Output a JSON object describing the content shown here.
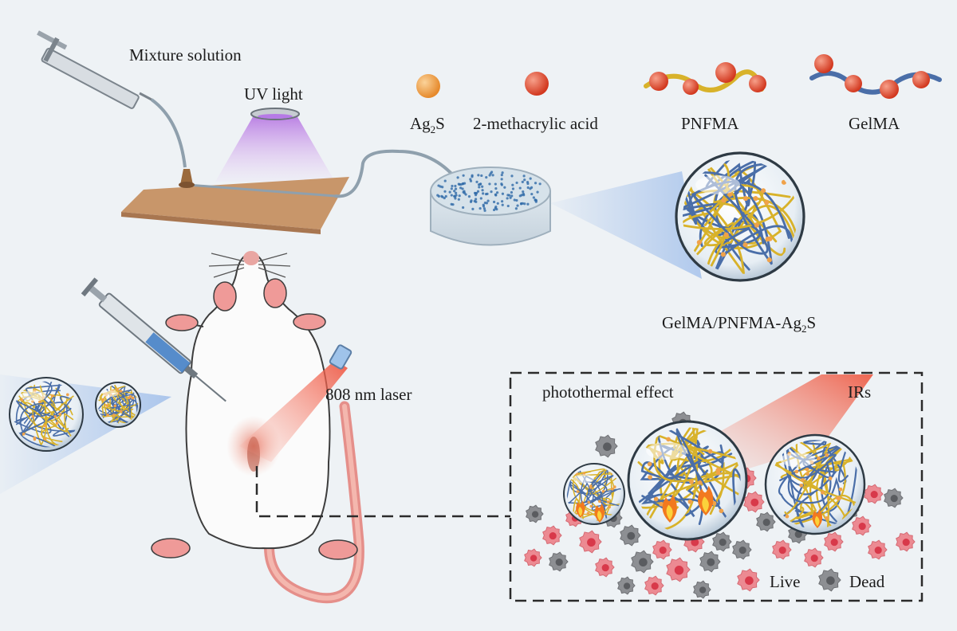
{
  "labels": {
    "mixture_solution": "Mixture solution",
    "uv_light": "UV light",
    "laser": "808 nm laser",
    "photothermal": "photothermal effect",
    "irs": "IRs",
    "live": "Live",
    "dead": "Dead"
  },
  "legend": {
    "ag2s": {
      "base": "Ag",
      "sub": "2",
      "tail": "S"
    },
    "acid": "2-methacrylic acid",
    "pnfma": "PNFMA",
    "gelma": "GelMA"
  },
  "product": {
    "base": "GelMA/PNFMA-Ag",
    "sub": "2",
    "tail": "S"
  },
  "colors": {
    "background": "#eef2f5",
    "ag2s": "#f0a24a",
    "acid": "#e2543a",
    "pnfma_chain": "#d8b22a",
    "gelma_chain": "#4a6ea8",
    "uv": "#c58be8",
    "laser": "#f0624a",
    "live_cell": "#ec8a92",
    "dead_cell": "#8d8f93",
    "plate": "#c9976a"
  }
}
